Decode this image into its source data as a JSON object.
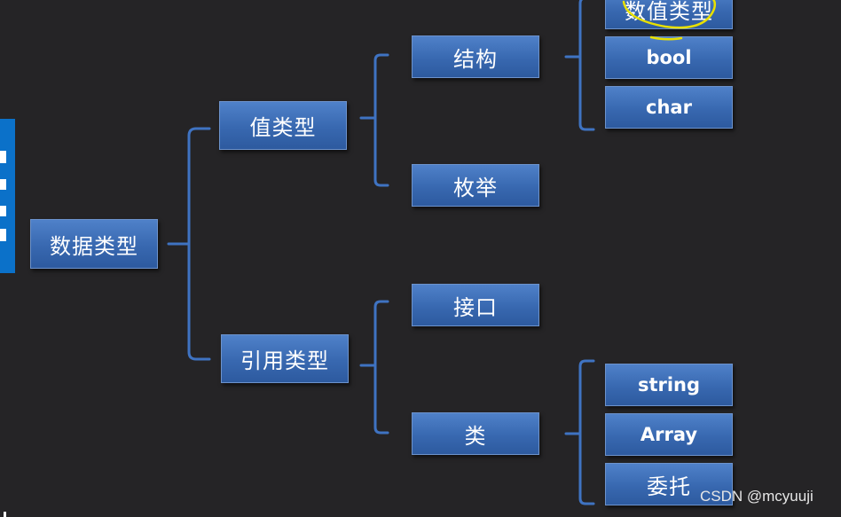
{
  "diagram": {
    "root": "数据类型",
    "value_type": {
      "label": "值类型",
      "children": {
        "struct": {
          "label": "结构",
          "children": [
            "数值类型",
            "bool",
            "char"
          ]
        },
        "enum": {
          "label": "枚举"
        }
      }
    },
    "reference_type": {
      "label": "引用类型",
      "children": {
        "interface": {
          "label": "接口"
        },
        "class": {
          "label": "类",
          "children": [
            "string",
            "Array",
            "委托"
          ]
        }
      }
    }
  },
  "colors": {
    "background": "#252426",
    "node_fill": "#3868b0",
    "connector": "#3f73c2",
    "highlight": "#e8e000",
    "side_tab": "#0b71c9"
  },
  "watermark": "CSDN @mcyuuji"
}
